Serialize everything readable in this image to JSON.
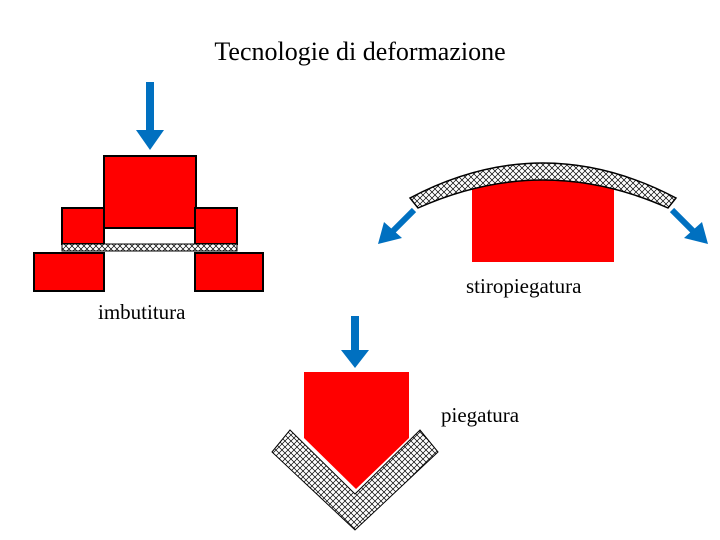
{
  "title": "Tecnologie di deformazione",
  "labels": {
    "imbutitura": "imbutitura",
    "stiropiegatura": "stiropiegatura",
    "piegatura": "piegatura"
  },
  "colors": {
    "tool_red": "#ff0000",
    "arrow_blue": "#0070c0",
    "outline": "#000000",
    "background": "#ffffff"
  },
  "icons": {
    "press_force": "arrow-down-icon",
    "stretch_force": "arrow-diagonal-icon",
    "sheet_material": "crosshatch-pattern"
  }
}
